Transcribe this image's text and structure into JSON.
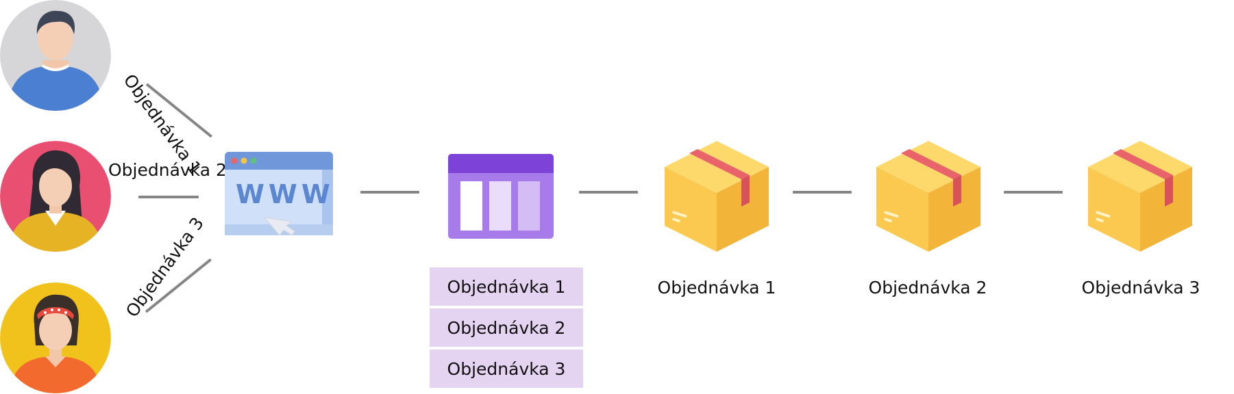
{
  "customers": [
    {
      "name": "customer-man",
      "order_label": "Objednávka 1"
    },
    {
      "name": "customer-woman-dark-hair",
      "order_label": "Objednávka 2"
    },
    {
      "name": "customer-woman-headband",
      "order_label": "Objednávka 3"
    }
  ],
  "website_icon": {
    "text": "WWW",
    "icon": "browser-window-icon"
  },
  "queue_icon": "message-queue-icon",
  "queue": {
    "items": [
      "Objednávka 1",
      "Objednávka 2",
      "Objednávka 3"
    ]
  },
  "packages": [
    {
      "icon": "package-box-icon",
      "label": "Objednávka 1"
    },
    {
      "icon": "package-box-icon",
      "label": "Objednávka 2"
    },
    {
      "icon": "package-box-icon",
      "label": "Objednávka 3"
    }
  ],
  "colors": {
    "connector": "#858585",
    "queue_item_bg": "#e5d3f2",
    "queue_icon": "#8b5cf6",
    "browser": "#c9dcf7",
    "box": "#fbc850",
    "box_tape": "#e8636a"
  }
}
